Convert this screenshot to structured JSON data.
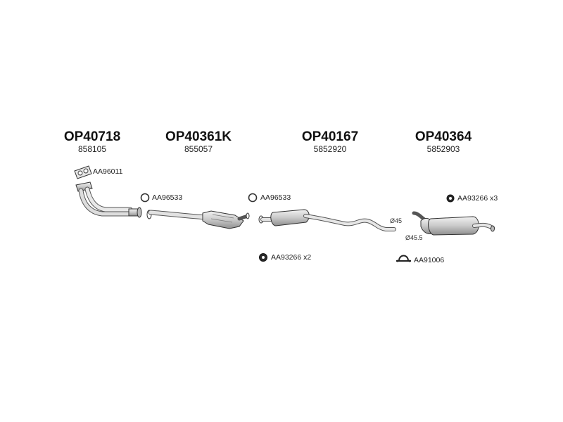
{
  "parts": [
    {
      "code": "OP40718",
      "ref": "858105"
    },
    {
      "code": "OP40361K",
      "ref": "855057"
    },
    {
      "code": "OP40167",
      "ref": "5852920"
    },
    {
      "code": "OP40364",
      "ref": "5852903"
    }
  ],
  "accessories": [
    {
      "label": "AA96011",
      "icon": "flange-gasket-icon"
    },
    {
      "label": "AA96533",
      "icon": "ring-gasket-icon"
    },
    {
      "label": "AA96533",
      "icon": "ring-gasket-icon"
    },
    {
      "label": "AA93266 x3",
      "icon": "rubber-hanger-icon"
    },
    {
      "label": "AA93266 x2",
      "icon": "rubber-hanger-icon"
    },
    {
      "label": "AA91006",
      "icon": "pipe-clamp-icon"
    }
  ],
  "dimensions": [
    {
      "label": "Ø45"
    },
    {
      "label": "Ø45.5"
    }
  ],
  "colors": {
    "ink": "#111111",
    "line": "#444444",
    "fill": "#d9d9d9",
    "fill_dark": "#9a9a9a"
  }
}
